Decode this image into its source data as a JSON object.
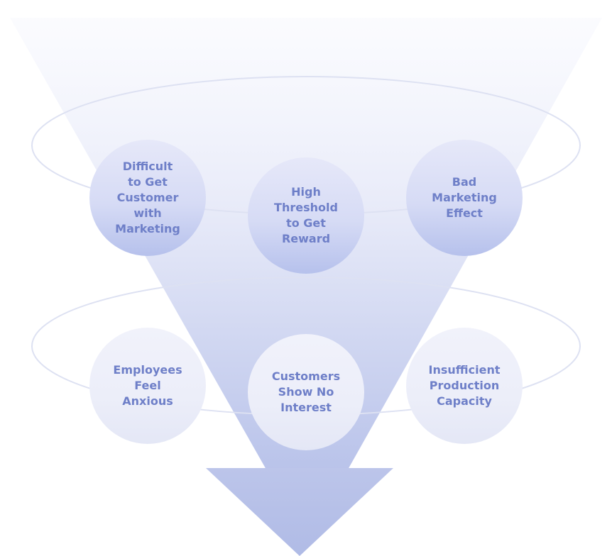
{
  "diagram": {
    "rings": [
      {
        "name": "upper-ring",
        "causes": [
          {
            "label": "Difficult\nto Get\nCustomer\nwith\nMarketing"
          },
          {
            "label": "High\nThreshold\nto Get\nReward"
          },
          {
            "label": "Bad\nMarketing\nEffect"
          }
        ]
      },
      {
        "name": "lower-ring",
        "causes": [
          {
            "label": "Employees\nFeel\nAnxious"
          },
          {
            "label": "Customers\nShow No\nInterest"
          },
          {
            "label": "Insufficient\nProduction\nCapacity"
          }
        ]
      }
    ],
    "colors": {
      "funnel_top": "#f6f7fd",
      "funnel_bottom": "#b7c1e8",
      "arrow": "#b6c0e8",
      "ring_stroke": "#dde1f2",
      "text": "#6e7fc8"
    }
  }
}
